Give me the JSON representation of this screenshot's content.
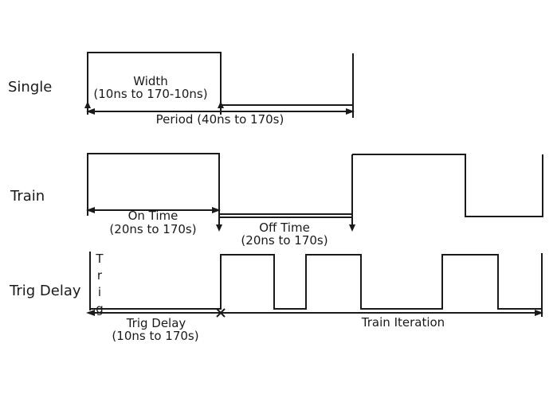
{
  "diagram": {
    "kind": "pulse-timing-diagram",
    "rows": {
      "single": {
        "label": "Single",
        "width_label": "Width",
        "width_range": "(10ns to 170-10ns)",
        "period_label": "Period (40ns to 170s)"
      },
      "train": {
        "label": "Train",
        "on_time_label": "On Time",
        "on_time_range": "(20ns to 170s)",
        "off_time_label": "Off Time",
        "off_time_range": "(20ns to 170s)"
      },
      "trig_delay": {
        "label": "Trig Delay",
        "trig_axis_label": "Trig",
        "delay_label": "Trig Delay",
        "delay_range": "(10ns to 170s)",
        "iteration_label": "Train Iteration"
      }
    },
    "colors": {
      "line": "#1a1a1a",
      "text": "#1a1a1a",
      "background": "#ffffff"
    }
  }
}
